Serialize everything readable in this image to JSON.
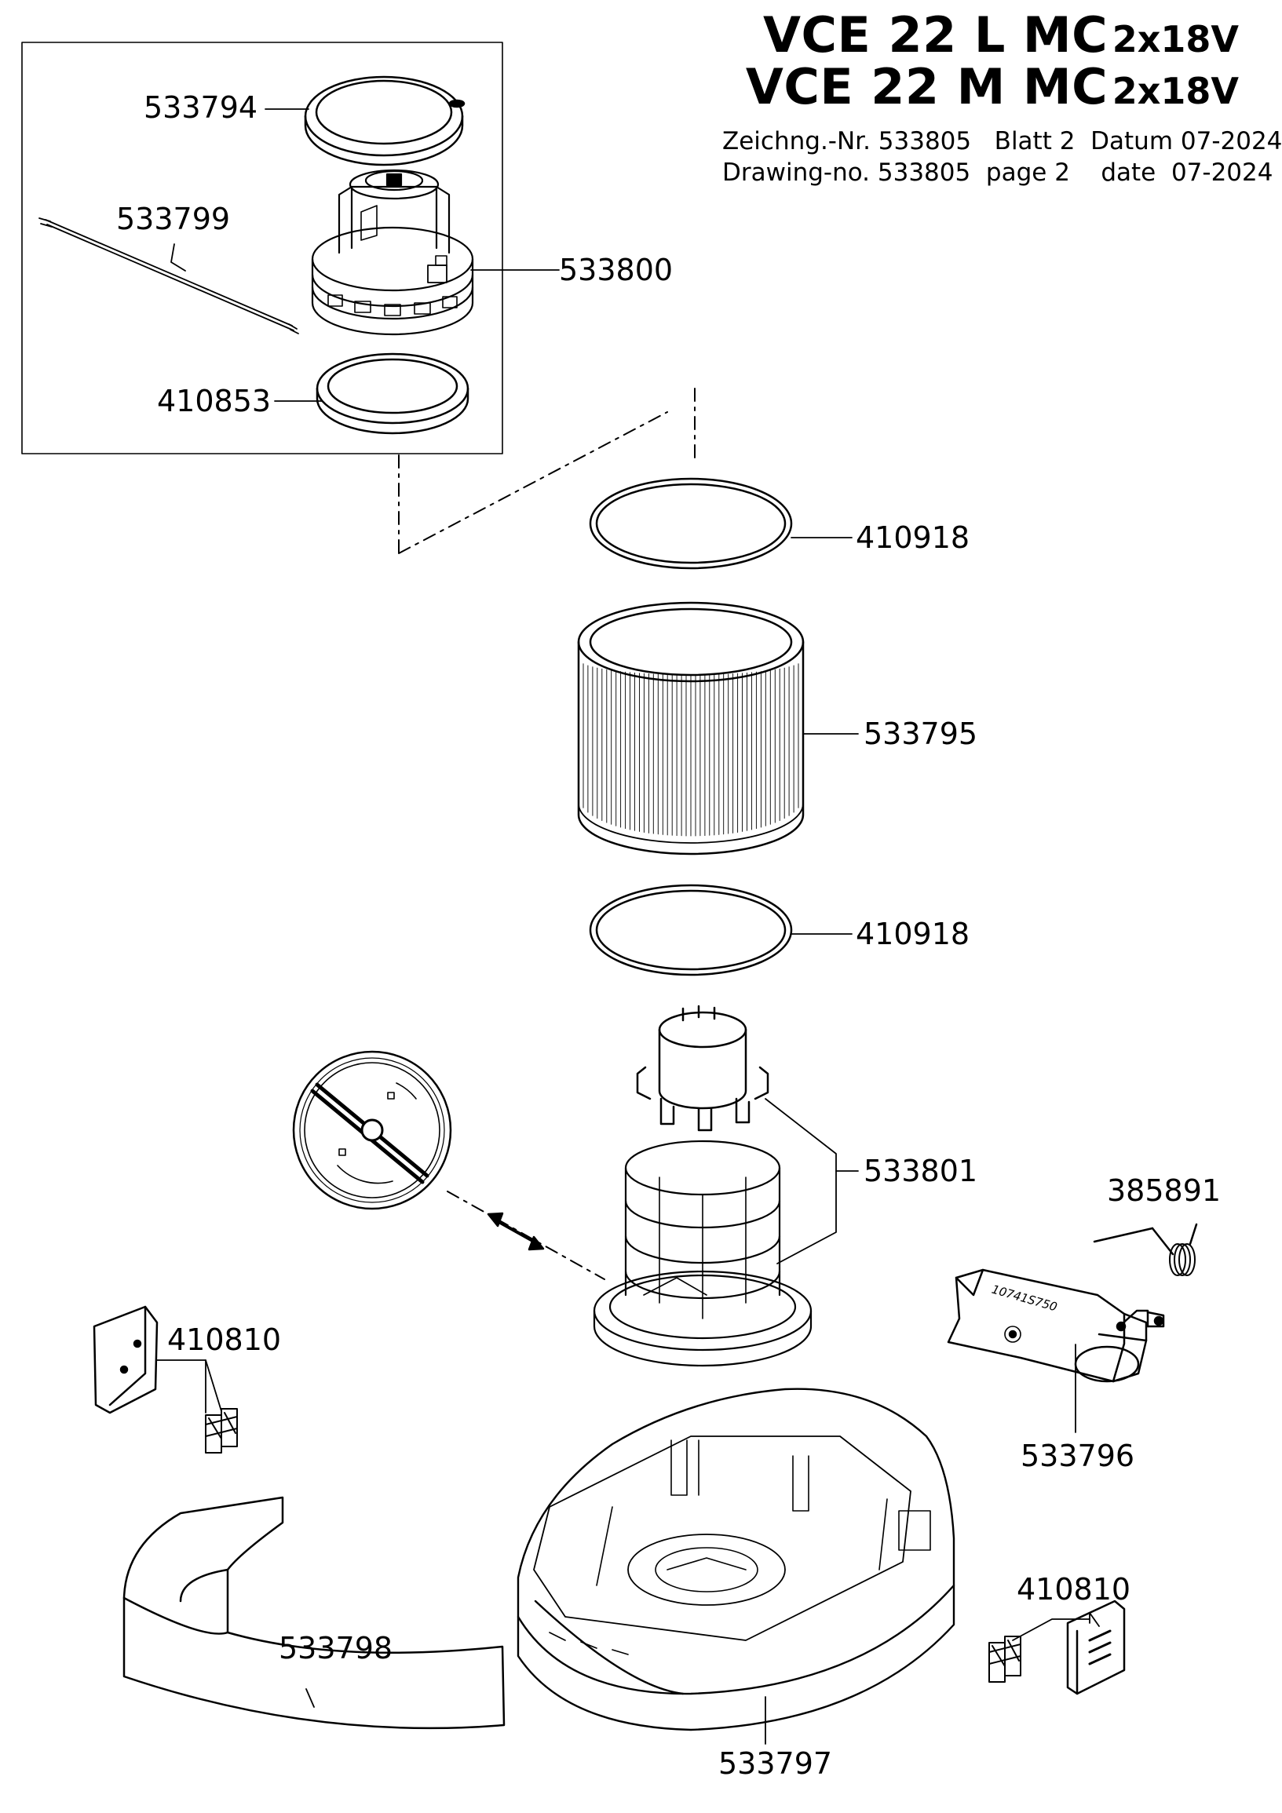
{
  "title": {
    "line1_model": "VCE 22 L  MC",
    "line1_variant": "2x18V",
    "line2_model": "VCE 22 M MC",
    "line2_variant": "2x18V"
  },
  "drawing_info": {
    "de": "Zeichng.-Nr. 533805   Blatt 2  Datum 07-2024",
    "en": "Drawing-no. 533805  page 2    date  07-2024"
  },
  "parts": {
    "seal_ring_top": "533794",
    "cable": "533799",
    "motor": "533800",
    "motor_ring_bottom": "410853",
    "filter_seal_upper": "410918",
    "filter": "533795",
    "filter_seal_lower": "410918",
    "float_cage": "533801",
    "spring": "385891",
    "latch_left": "410810",
    "lever": "533796",
    "housing": "533797",
    "bumper": "533798",
    "latch_right": "410810"
  },
  "embossed": {
    "lever_code": "10741S750"
  }
}
